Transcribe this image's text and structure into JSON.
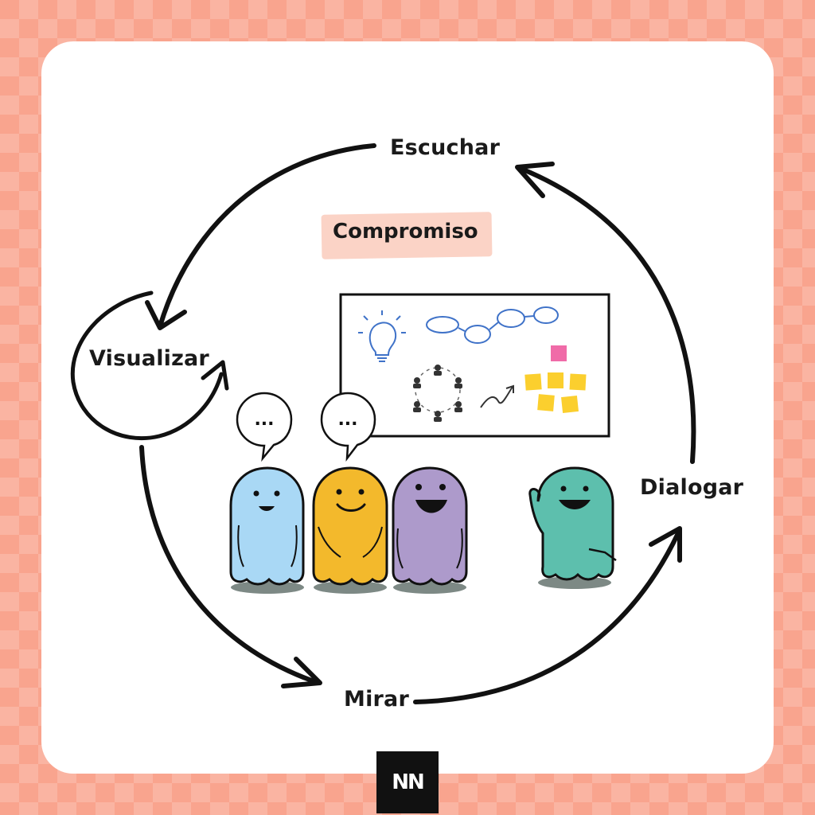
{
  "diagram": {
    "steps": {
      "escuchar": "Escuchar",
      "visualizar": "Visualizar",
      "dialogar": "Dialogar",
      "mirar": "Mirar"
    },
    "center_label": "Compromiso",
    "speech_bubble_text": "...",
    "logo_text": "NN"
  },
  "colors": {
    "background": "#f9a48e",
    "badge": "#fbd3c6",
    "char_blue": "#a9d8f5",
    "char_yellow": "#f3b92c",
    "char_purple": "#ad9acb",
    "char_teal": "#5dbfad",
    "sticky_yellow": "#fbcf2e",
    "sticky_pink": "#f06ba8",
    "sketch_blue": "#3f72c8"
  }
}
